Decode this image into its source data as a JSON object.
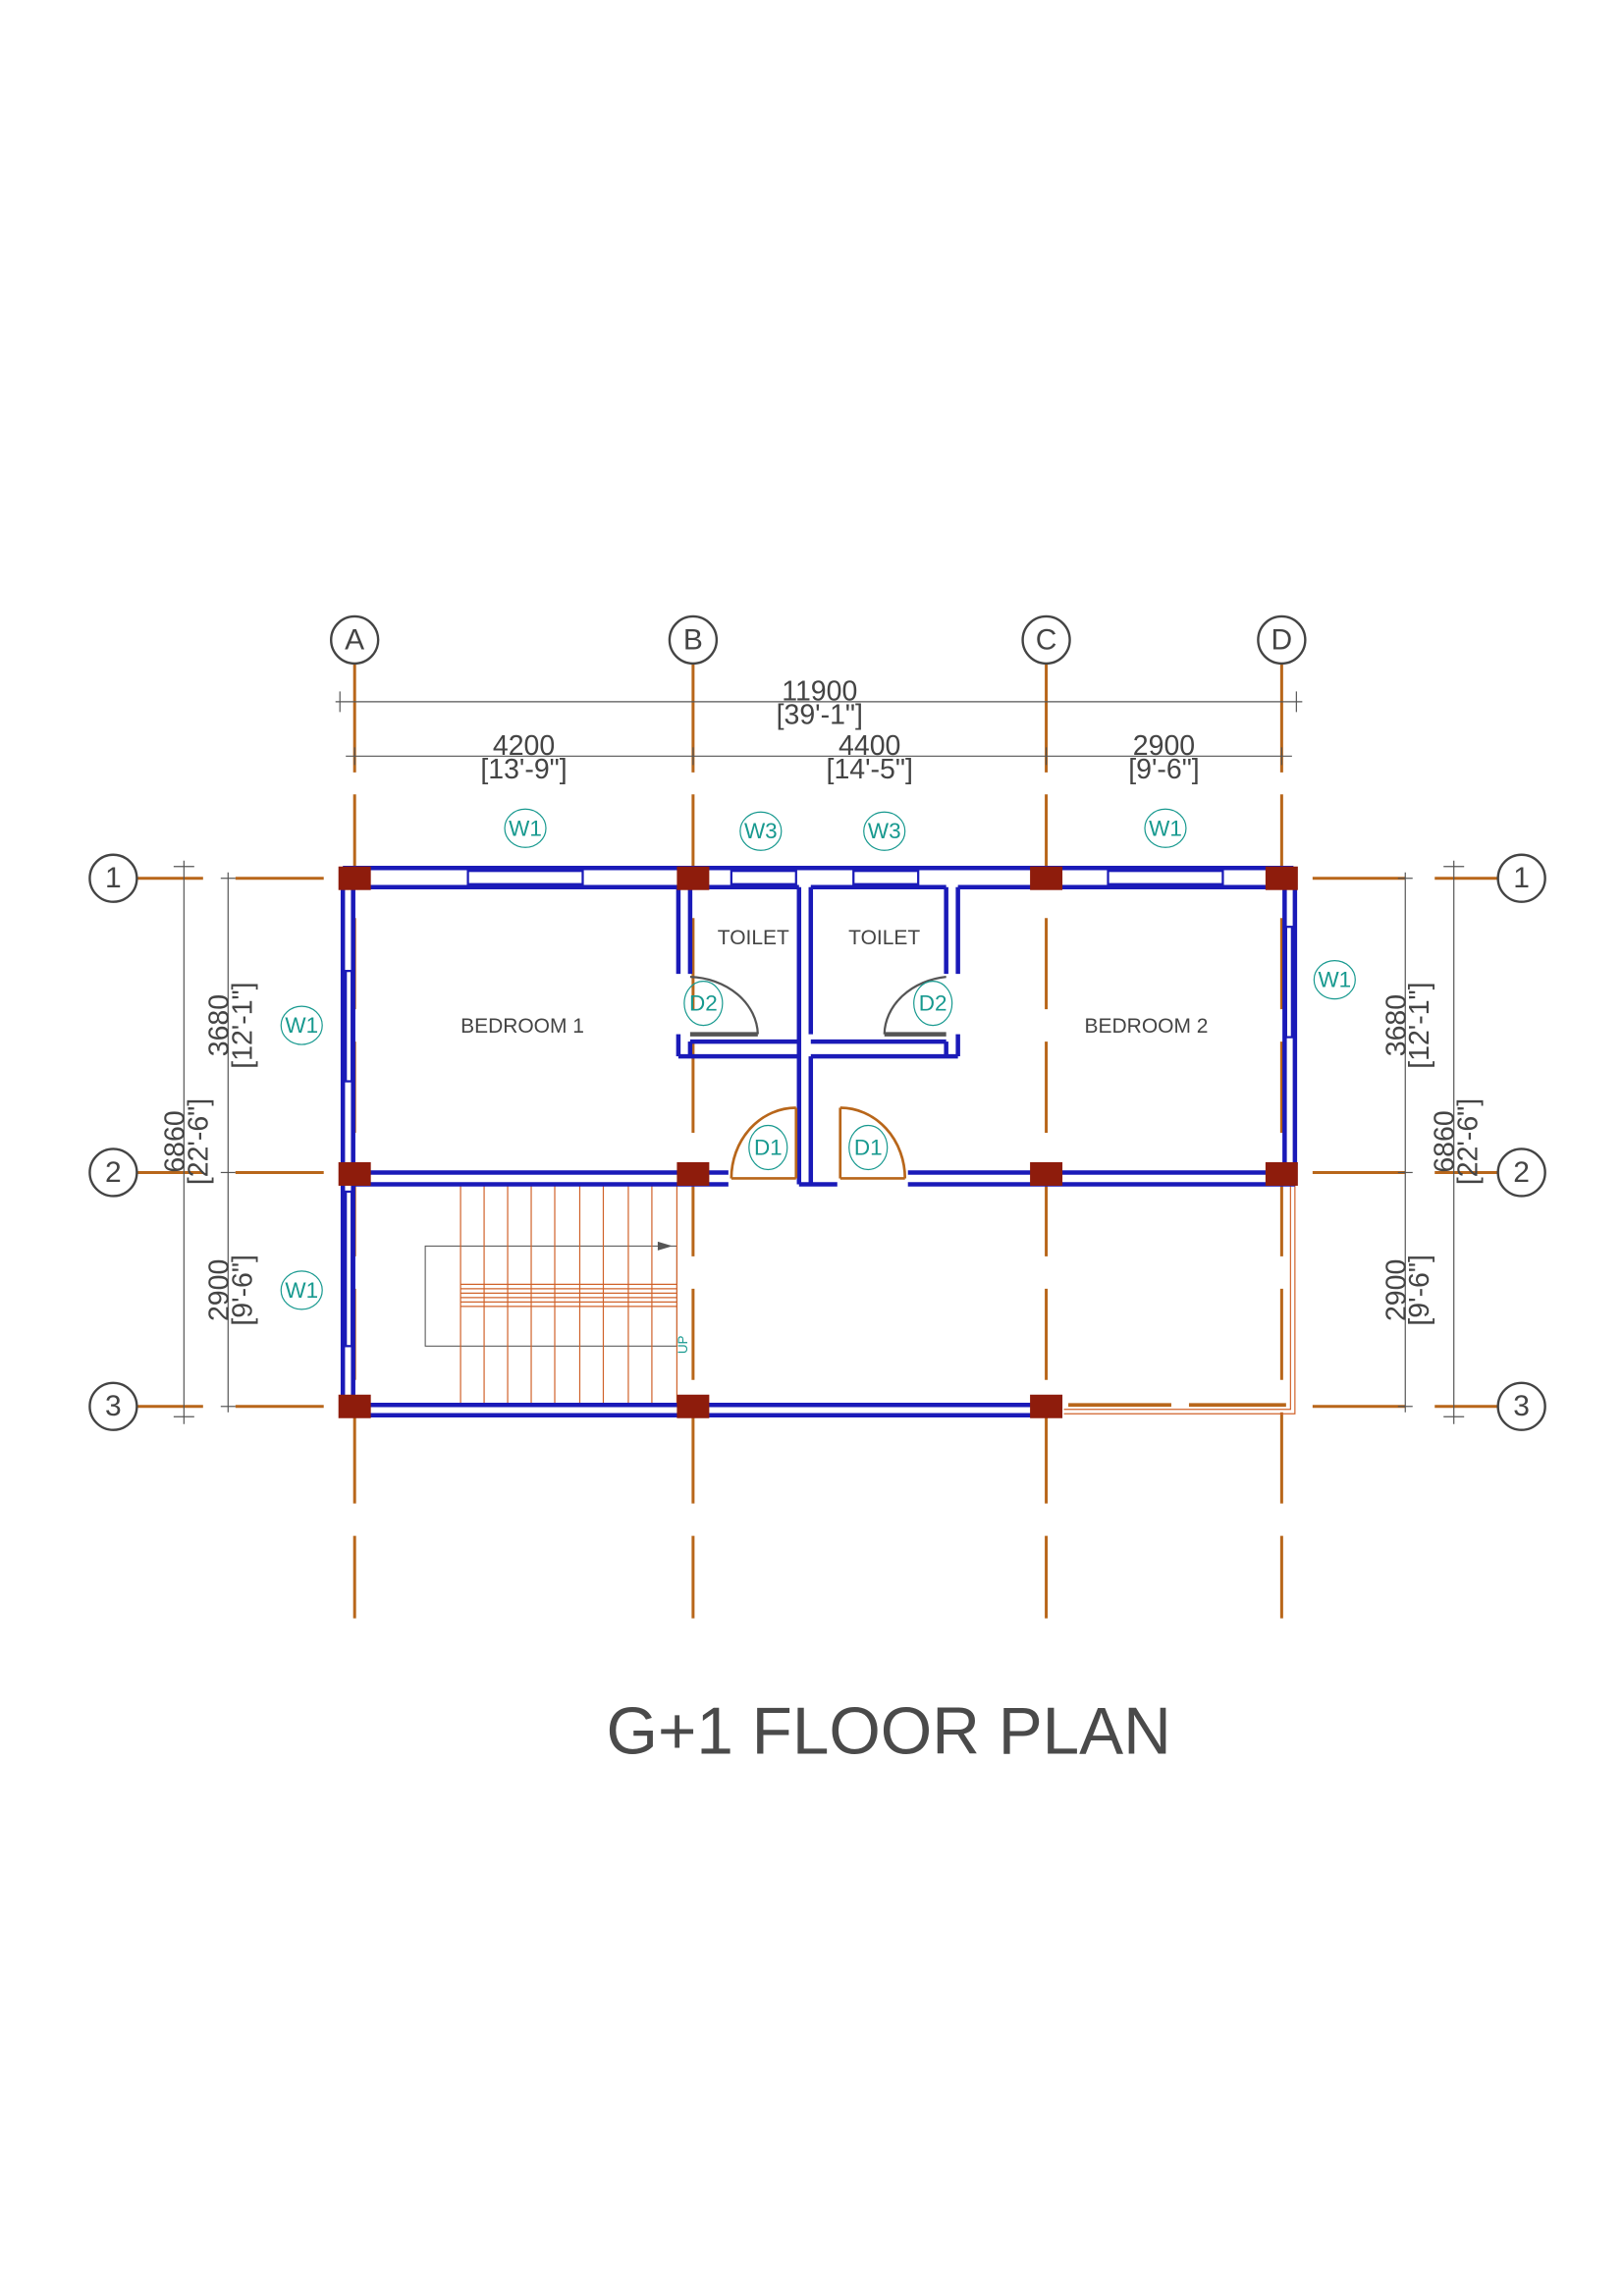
{
  "grid": {
    "columns": [
      "A",
      "B",
      "C",
      "D"
    ],
    "rows": [
      "1",
      "2",
      "3"
    ]
  },
  "dimensions": {
    "overall_width": {
      "mm": "11900",
      "ft": "[39'-1\"]"
    },
    "bays": [
      {
        "mm": "4200",
        "ft": "[13'-9\"]"
      },
      {
        "mm": "4400",
        "ft": "[14'-5\"]"
      },
      {
        "mm": "2900",
        "ft": "[9'-6\"]"
      }
    ],
    "overall_depth": {
      "mm": "6860",
      "ft": "[22'-6\"]"
    },
    "spans": [
      {
        "mm": "3680",
        "ft": "[12'-1\"]"
      },
      {
        "mm": "2900",
        "ft": "[9'-6\"]"
      }
    ]
  },
  "rooms": {
    "bedroom1": "BEDROOM 1",
    "bedroom2": "BEDROOM 2",
    "toilet1": "TOILET",
    "toilet2": "TOILET",
    "stair_up": "UP"
  },
  "tags": {
    "w1": "W1",
    "w3": "W3",
    "d1": "D1",
    "d2": "D2"
  },
  "title": "G+1 FLOOR PLAN",
  "colors": {
    "wall": "#1a1ab8",
    "grid": "#b8661a",
    "column": "#8e1c0c",
    "tag": "#17998f"
  }
}
